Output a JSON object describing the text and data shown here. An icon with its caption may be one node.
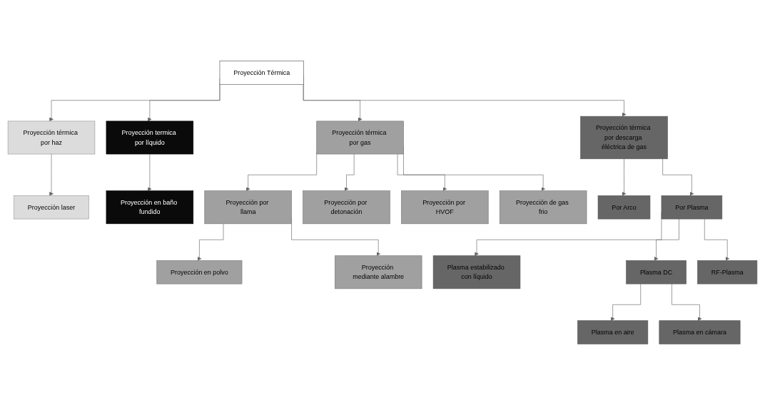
{
  "diagram": {
    "nodes": [
      {
        "text": [
          "Proyección Térmica"
        ]
      },
      {
        "text": [
          "Proyección térmica por haz"
        ]
      },
      {
        "text": [
          "Proyección termica por líquido"
        ]
      },
      {
        "text": [
          "Proyección térmica por gas"
        ]
      },
      {
        "text": [
          "Proyección térmica por descarga éléctrica de gas"
        ]
      },
      {
        "text": [
          "Proyección laser"
        ]
      },
      {
        "text": [
          "Proyección en baño fundido"
        ]
      },
      {
        "text": [
          "Proyección por llama"
        ]
      },
      {
        "text": [
          "Proyección por detonación"
        ]
      },
      {
        "text": [
          "Proyección por HVOF"
        ]
      },
      {
        "text": [
          "Proyección de gas frio"
        ]
      },
      {
        "text": [
          "Por Arco"
        ]
      },
      {
        "text": [
          "Por Plasma"
        ]
      },
      {
        "text": [
          "Proyección en polvo"
        ]
      },
      {
        "text": [
          "Proyección mediante alambre"
        ]
      },
      {
        "text": [
          "Plasma estabilizado con líquido"
        ]
      },
      {
        "text": [
          "Plasma DC"
        ]
      },
      {
        "text": [
          "RF-Plasma"
        ]
      },
      {
        "text": [
          "Plasma en aire"
        ]
      },
      {
        "text": [
          "Plasma en cámara"
        ]
      }
    ],
    "edges": [
      {
        "from": 0,
        "to": 1,
        "arrow": "to"
      },
      {
        "from": 0,
        "to": 2,
        "arrow": "to"
      },
      {
        "from": 0,
        "to": 3,
        "arrow": "to"
      },
      {
        "from": 0,
        "to": 4,
        "arrow": "to"
      },
      {
        "from": 1,
        "to": 5,
        "arrow": "to"
      },
      {
        "from": 2,
        "to": 6,
        "arrow": "to"
      },
      {
        "from": 3,
        "to": 7,
        "arrow": "to"
      },
      {
        "from": 3,
        "to": 8,
        "arrow": "to"
      },
      {
        "from": 3,
        "to": 9,
        "arrow": "to"
      },
      {
        "from": 3,
        "to": 10,
        "arrow": "to"
      },
      {
        "from": 4,
        "to": 11,
        "arrow": "to"
      },
      {
        "from": 4,
        "to": 12,
        "arrow": "to"
      },
      {
        "from": 7,
        "to": 13,
        "arrow": "to"
      },
      {
        "from": 7,
        "to": 14,
        "arrow": "to"
      },
      {
        "from": 12,
        "to": 15,
        "arrow": "to"
      },
      {
        "from": 12,
        "to": 16,
        "arrow": "to"
      },
      {
        "from": 12,
        "to": 17,
        "arrow": "to"
      },
      {
        "from": 16,
        "to": 18,
        "arrow": "to"
      },
      {
        "from": 16,
        "to": 19,
        "arrow": "to"
      }
    ]
  }
}
